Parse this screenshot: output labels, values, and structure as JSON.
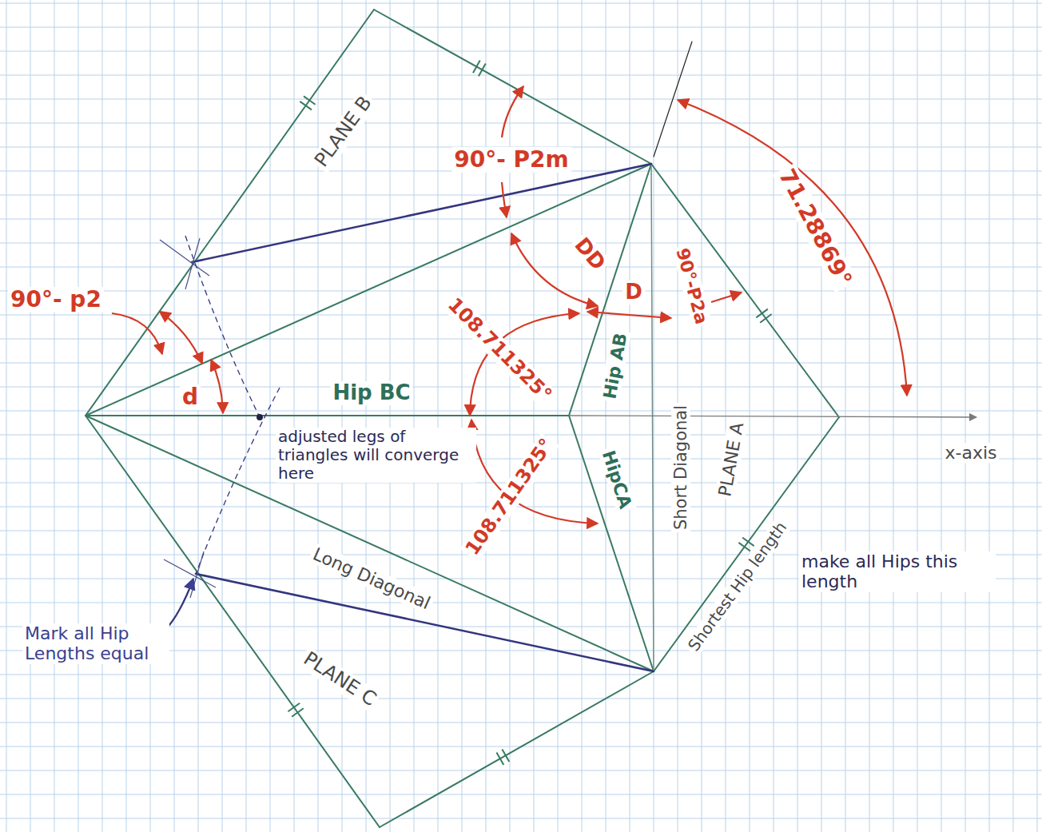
{
  "diagram": {
    "labels": [
      "PLANE B",
      "90°- P2m",
      "71.28869°",
      "DD",
      "D",
      "90°-P2a",
      "90°- p2",
      "d",
      "108.711325°",
      "Hip BC",
      "Hip AB",
      "Short Diagonal",
      "PLANE A",
      "x-axis",
      "adjusted legs of triangles will converge here",
      "108.711325°",
      "HipCA",
      "Long Diagonal",
      "Shortest Hip length",
      "make all Hips this length",
      "Mark all Hip Lengths equal",
      "PLANE C"
    ]
  }
}
